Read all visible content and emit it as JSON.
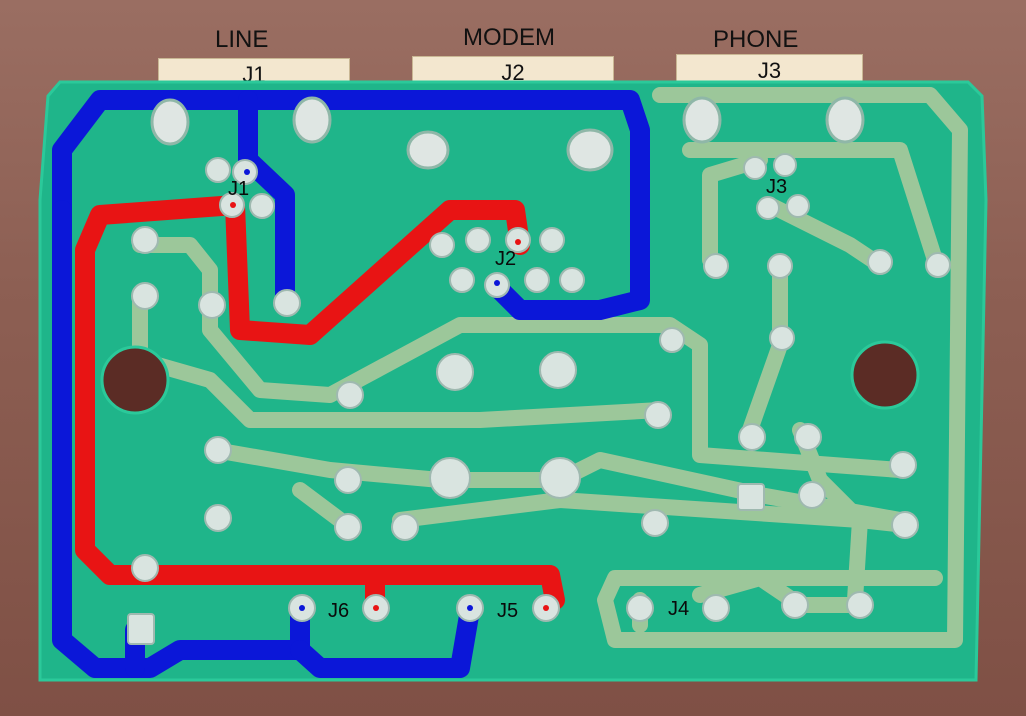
{
  "headers": {
    "line": "LINE",
    "modem": "MODEM",
    "phone": "PHONE"
  },
  "connectors": {
    "j1": "J1",
    "j2": "J2",
    "j3": "J3"
  },
  "board_refs": {
    "j1": "J1",
    "j2": "J2",
    "j3": "J3",
    "j4": "J4",
    "j5": "J5",
    "j6": "J6"
  },
  "colors": {
    "board": "#1fb58a",
    "copper": "#9cc79a",
    "trace_blue": "#0b17d8",
    "trace_red": "#e81414",
    "background": "#8a5a4e"
  }
}
